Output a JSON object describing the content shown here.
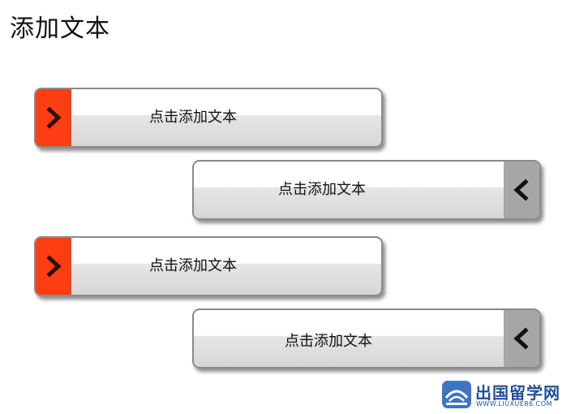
{
  "page": {
    "title": "添加文本"
  },
  "bars": [
    {
      "label": "点击添加文本",
      "arrow": "chevron-right-icon",
      "accent": "#ff3d12"
    },
    {
      "label": "点击添加文本",
      "arrow": "chevron-left-icon",
      "accent": "#a6a6a6"
    },
    {
      "label": "点击添加文本",
      "arrow": "chevron-right-icon",
      "accent": "#ff3d12"
    },
    {
      "label": "点击添加文本",
      "arrow": "chevron-left-icon",
      "accent": "#a6a6a6"
    }
  ],
  "watermark": {
    "main": "出国留学网",
    "sub": "WWW.LIUXUE86.COM"
  }
}
